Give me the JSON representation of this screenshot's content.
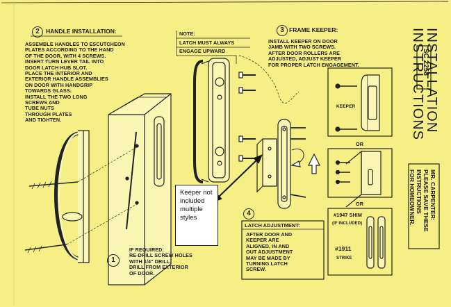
{
  "sections": {
    "handle": {
      "number": "2",
      "heading": "HANDLE INSTALLATION:",
      "lines": [
        "ASSEMBLE HANDLES TO ESCUTCHEON",
        "PLATES ACCORDING TO THE HAND",
        "OF THE DOOR, WITH 4 SCREWS.",
        "INSERT TURN LEVER TAIL INTO",
        "DOOR LATCH HUB SLOT.",
        "PLACE THE INTERIOR AND",
        "EXTERIOR HANDLE ASSEMBLIES",
        "ON DOOR WITH HANDGRIP",
        "TOWARDS GLASS.",
        "INSTALL THE TWO LONG",
        "SCREWS AND",
        "TUBE NUTS",
        "THROUGH PLATES",
        "AND TIGHTEN."
      ]
    },
    "note": {
      "label": "NOTE:",
      "lines": [
        "LATCH MUST ALWAYS",
        "ENGAGE UPWARD"
      ]
    },
    "keeper": {
      "number": "3",
      "heading": "FRAME KEEPER:",
      "lines": [
        "INSTALL KEEPER ON DOOR",
        "JAMB WITH TWO SCREWS.",
        "AFTER DOOR ROLLERS ARE",
        "ADJUSTED, ADJUST KEEPER",
        "FOR PROPER LATCH ENGAGEMENT."
      ]
    },
    "redrill": {
      "number": "1",
      "lines": [
        "IF REQUIRED:",
        "RE-DRILL SCREW HOLES",
        "WITH 1/4\" DRILL.",
        "DRILL FROM EXTERIOR",
        "OF DOOR."
      ]
    },
    "latch": {
      "number": "4",
      "heading": "LATCH ADJUSTMENT:",
      "lines": [
        "AFTER DOOR AND",
        "KEEPER ARE",
        "ALIGNED, IN AND",
        "OUT ADJUSTMENT",
        "MAY BE MADE BY",
        "TURNING LATCH",
        "SCREW."
      ]
    }
  },
  "title": {
    "line1": "INSTALLATION",
    "line2": "INSTRUCTIONS",
    "code": "SC 2258"
  },
  "carpenter": {
    "lines": [
      "MR. CARPENTER:",
      "PLEASE SAVE THESE",
      "INSTRUCTIONS",
      "FOR HOMEOWNER."
    ]
  },
  "options": {
    "keeper_label": "KEEPER",
    "or1": "OR",
    "or2": "OR",
    "shim_label": "#1947 SHIM",
    "shim_note": "(IF INCLUDED)",
    "strike_num": "#1911",
    "strike_label": "STRIKE"
  },
  "callout": {
    "text": "Keeper not included multiple styles"
  }
}
